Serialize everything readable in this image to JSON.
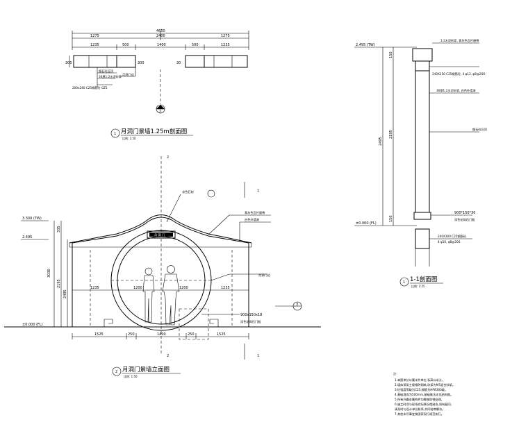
{
  "plan": {
    "dims_top": [
      "4650",
      "2400",
      "1275",
      "1275"
    ],
    "dims_mid": [
      "1235",
      "500",
      "1400",
      "500",
      "1235"
    ],
    "dims_side": [
      "300",
      "300",
      "30"
    ],
    "notes": [
      "细石砼压顶",
      "30厚1:2水泥砂浆",
      "月洞门边"
    ],
    "col_note": "200x240 C25钢筋砼 GZ1",
    "section_mark": "2",
    "title_num": "1",
    "title": "月洞门景墙1.25m剖面图",
    "scale": "比例: 1:50"
  },
  "elevation": {
    "levels": [
      "3.300 (TW)",
      "2.495",
      "±0.000 (FL)"
    ],
    "dims_left": [
      "3030",
      "335",
      "2195",
      "2495"
    ],
    "dims_mid": [
      "1235",
      "1200",
      "1200",
      "1235"
    ],
    "dims_bottom": [
      "1525",
      "250",
      "1400",
      "250",
      "1525"
    ],
    "notes": [
      "青灰色瓦片屋脊",
      "白色外墙漆",
      "米色石材",
      "月洞门边",
      "900x150x18",
      "深色花岗石门槛"
    ],
    "plaque_text": "月 洞 门",
    "callout": "3",
    "cut_mark": "1",
    "section_mark": "2",
    "title_num": "2",
    "title": "月洞门景墙立面图",
    "scale": "比例: 1:50"
  },
  "section": {
    "levels": [
      "2.495 (TW)",
      "±0.000 (FL)"
    ],
    "dims": [
      "150",
      "2195",
      "2495",
      "150"
    ],
    "notes": [
      "1:2水泥砂浆, 青灰色瓦片屋脊",
      "240X150 C25钢筋砼, 4 φ12, φ8@200",
      "30厚1:2水泥砂浆, 白色外墙漆",
      "细石砼压顶",
      "900*150*30",
      "深色花岗石门槛",
      "240X300 C25钢筋砼",
      "4 φ10, φ8@200"
    ],
    "title_num": "1",
    "title": "1-1剖面图",
    "scale": "比例: 1:25"
  },
  "general_notes": {
    "heading": "注:",
    "lines": [
      "1.本图单位以毫米为单位,标高以米计。",
      "2.墙体采用主规格砖砌筑,砂浆为M5混合砂浆。",
      "3.砼强度等级为C25,钢筋为HPB300级。",
      "4.基础埋深为500mm,基础做法详见结构图。",
      "5.所有外露金属构件均需做防锈处理。",
      "6.施工时须与现场实际情况相结合,如有疑问,",
      "  请及时与设计单位联系,共同协商解决。",
      "7.其他未尽事宜按国家现行规范执行。"
    ]
  }
}
